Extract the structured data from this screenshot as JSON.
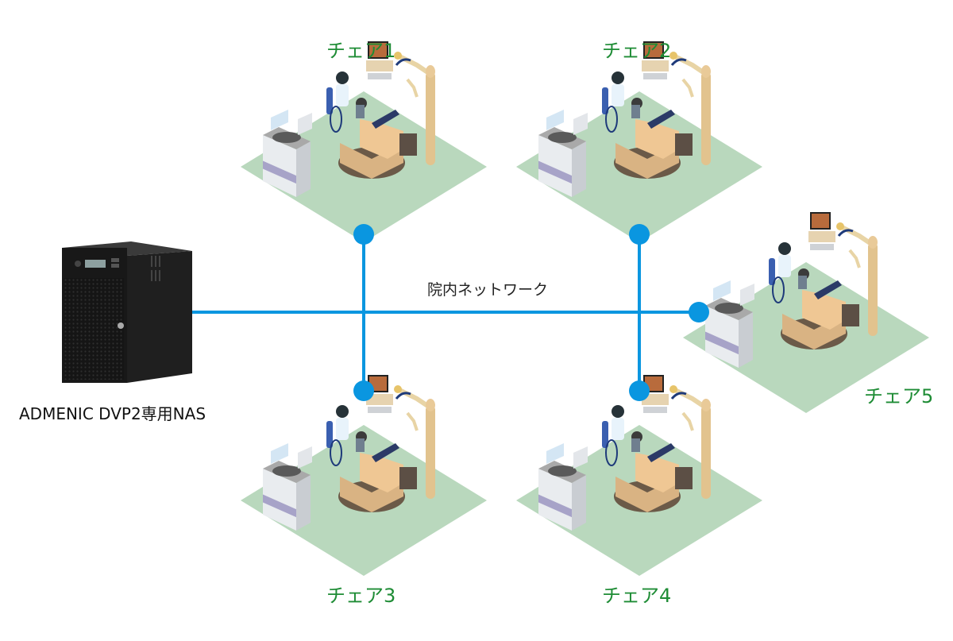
{
  "diagram": {
    "network_label": "院内ネットワーク",
    "nas": {
      "label": "ADMENIC DVP2専用NAS",
      "icon": "nas-server-icon"
    },
    "chairs": [
      {
        "label": "チェア1"
      },
      {
        "label": "チェア2"
      },
      {
        "label": "チェア3"
      },
      {
        "label": "チェア4"
      },
      {
        "label": "チェア5"
      }
    ],
    "colors": {
      "network_line": "#0a96e0",
      "floor": "#b9d8bd",
      "chair_label": "#1e8c35",
      "nas_body": "#1c1c1c"
    }
  }
}
